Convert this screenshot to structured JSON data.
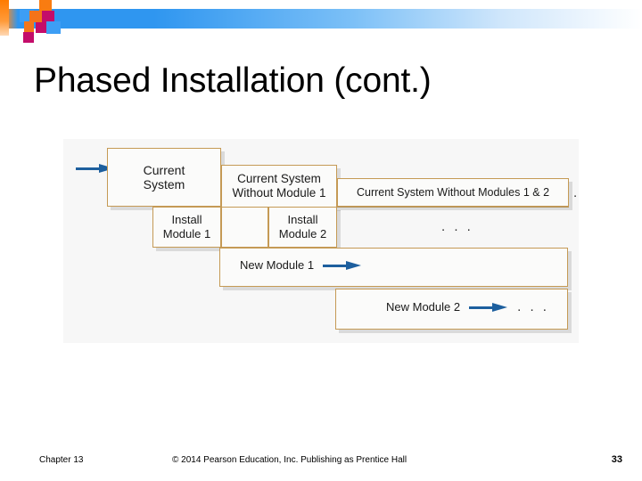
{
  "slide": {
    "title": "Phased Installation (cont.)"
  },
  "decor": {
    "colors": {
      "orange": "#f4771a",
      "magenta": "#c40d6a",
      "blue": "#3d9ef5",
      "band_gradient_start": "#2f96f0",
      "band_gradient_end": "#ffffff"
    }
  },
  "diagram": {
    "accent_border": "#c59a55",
    "arrow_color": "#1d5f9e",
    "panel_background": "#f7f7f7",
    "boxes": {
      "current_system": "Current\nSystem",
      "without_module_1": "Current System\nWithout Module 1",
      "without_modules_1_2": "Current System Without Modules 1 & 2",
      "install_module_1": "Install\nModule 1",
      "install_module_2": "Install\nModule 2",
      "new_module_1": "New Module 1",
      "new_module_2": "New Module 2"
    },
    "ellipsis": {
      "middle": ". . .",
      "right_of_current_system": ".",
      "after_new_module_2": ". . ."
    }
  },
  "footer": {
    "chapter": "Chapter 13",
    "copyright": "© 2014 Pearson Education, Inc. Publishing as Prentice Hall",
    "page_number": "33"
  }
}
